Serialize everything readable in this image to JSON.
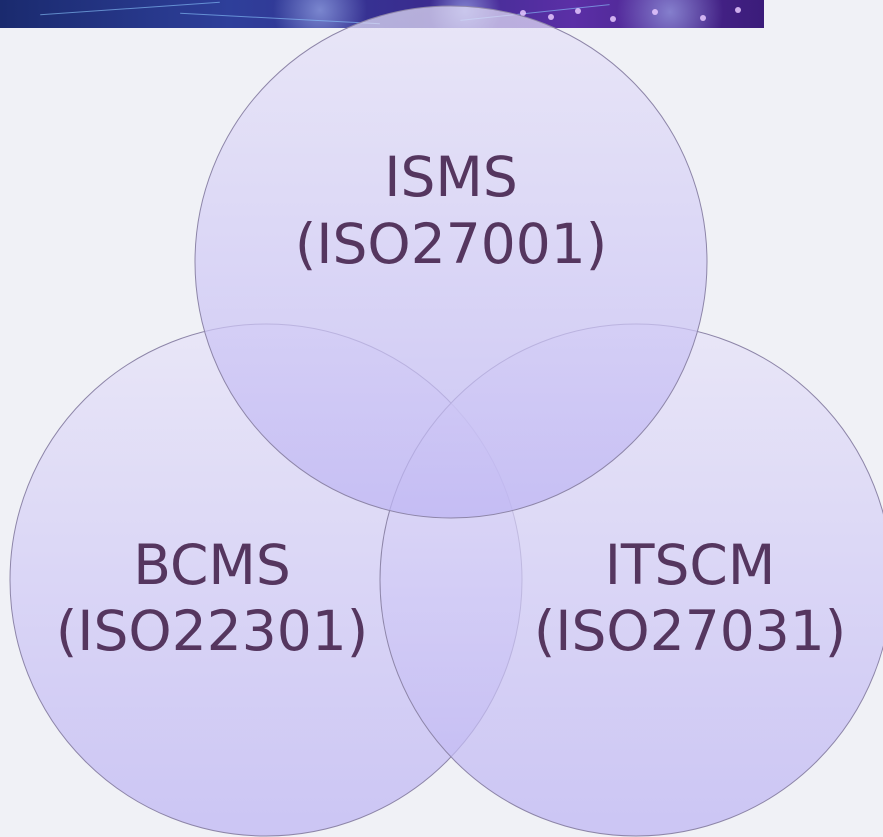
{
  "diagram": {
    "sets": [
      {
        "id": "isms",
        "line1": "ISMS",
        "line2": "(ISO27001)"
      },
      {
        "id": "bcms",
        "line1": "BCMS",
        "line2": "(ISO22301)"
      },
      {
        "id": "itscm",
        "line1": "ITSCM",
        "line2": "(ISO27031)"
      }
    ],
    "colors": {
      "circle_top": "#e6e2f8",
      "circle_bottom": "#bdb4f3",
      "circle_stroke": "#8d85a8",
      "text": "#55365f",
      "background": "#f0f1f6"
    }
  }
}
